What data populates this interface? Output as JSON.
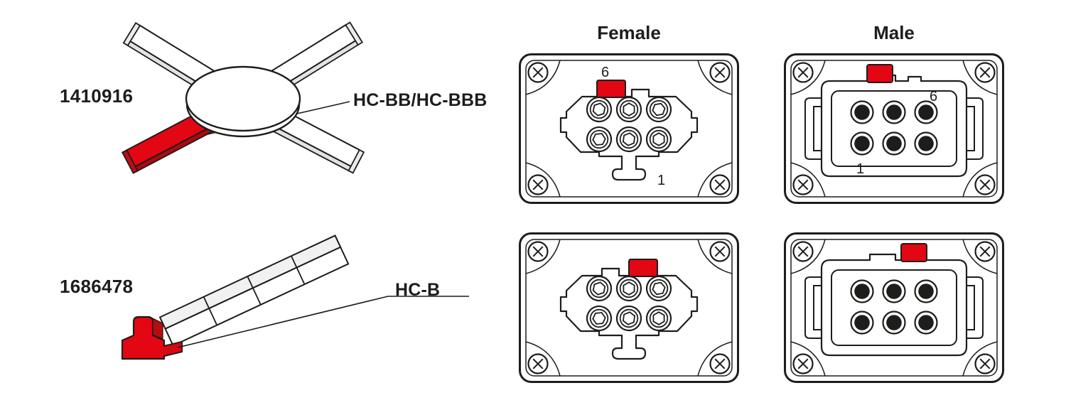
{
  "colors": {
    "accent_red": "#e30613",
    "line": "#1d1d1b",
    "background": "#ffffff"
  },
  "parts": [
    {
      "number": "1410916",
      "label": "HC-BB/HC-BBB"
    },
    {
      "number": "1686478",
      "label": "HC-B"
    }
  ],
  "connector_views": {
    "headers": {
      "female": "Female",
      "male": "Male"
    },
    "pin_labels": {
      "female_top": {
        "pin6": "6",
        "pin1": "1"
      },
      "male_top": {
        "pin6": "6",
        "pin1": "1"
      }
    }
  }
}
